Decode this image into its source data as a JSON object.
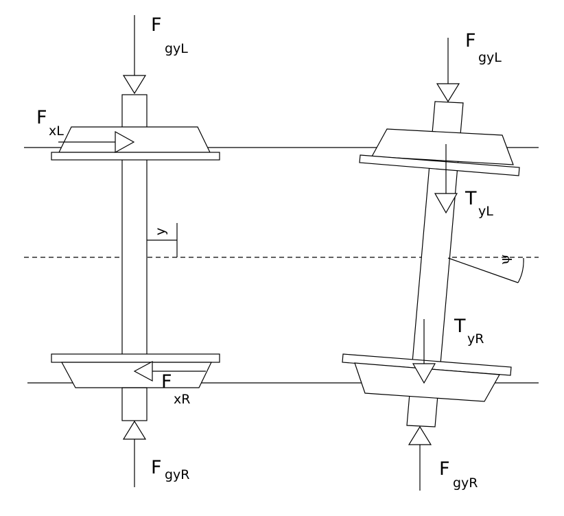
{
  "labels": {
    "left_top_force": {
      "main": "F",
      "sub": "gyL"
    },
    "left_x_force_top": {
      "main": "F",
      "sub": "xL"
    },
    "left_x_force_bot": {
      "main": "F",
      "sub": "xR"
    },
    "left_bot_force": {
      "main": "F",
      "sub": "gyR"
    },
    "left_offset": {
      "text": "y"
    },
    "right_top_force": {
      "main": "F",
      "sub": "gyL"
    },
    "right_t_left": {
      "main": "T",
      "sub": "yL"
    },
    "right_t_right": {
      "main": "T",
      "sub": "yR"
    },
    "right_bot_force": {
      "main": "F",
      "sub": "gyR"
    },
    "yaw_angle": {
      "text": "ψ"
    }
  }
}
